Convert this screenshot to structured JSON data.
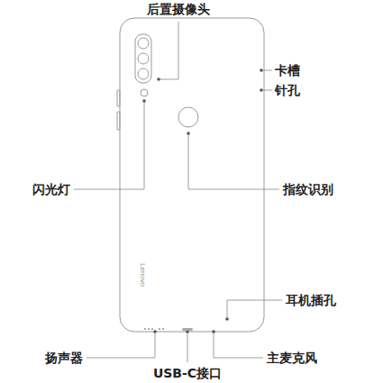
{
  "diagram": {
    "labels": [
      "后置摄像头",
      "卡槽",
      "针孔",
      "闪光灯",
      "指纹识别",
      "耳机插孔",
      "扬声器",
      "USB-C接口",
      "主麦克风",
      "Lenovo"
    ]
  }
}
